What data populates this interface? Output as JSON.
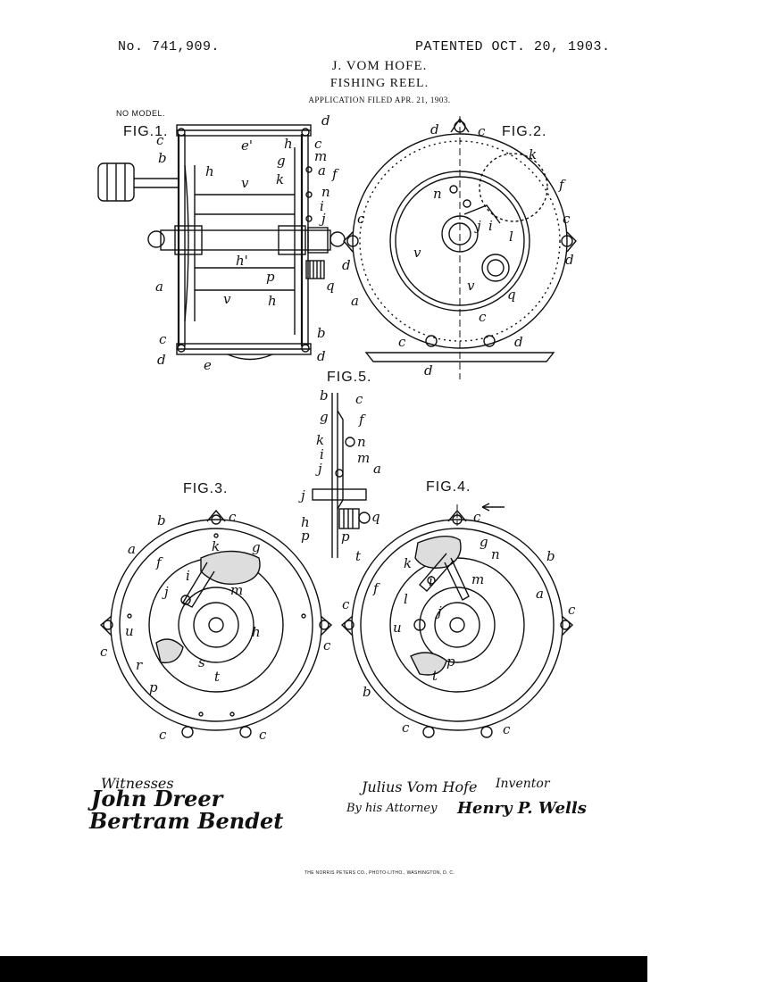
{
  "header": {
    "patent_number": "No. 741,909.",
    "patent_date": "PATENTED OCT. 20, 1903.",
    "inventor": "J. VOM HOFE.",
    "title": "FISHING REEL.",
    "filed": "APPLICATION FILED APR. 21, 1903.",
    "no_model": "NO MODEL."
  },
  "figures": {
    "fig1": "FIG.1.",
    "fig2": "FIG.2.",
    "fig3": "FIG.3.",
    "fig4": "FIG.4.",
    "fig5": "FIG.5."
  },
  "reference_letters": {
    "a": "a",
    "b": "b",
    "c": "c",
    "d": "d",
    "e": "e",
    "e_prime": "e'",
    "f": "f",
    "g": "g",
    "h": "h",
    "h_prime": "h'",
    "i": "i",
    "j": "j",
    "k": "k",
    "l": "l",
    "m": "m",
    "n": "n",
    "p": "p",
    "q": "q",
    "r": "r",
    "s": "s",
    "t": "t",
    "u": "u",
    "v": "v"
  },
  "signatures": {
    "witnesses_label": "Witnesses",
    "witness_1": "John Dreer",
    "witness_2": "Bertram Bendet",
    "inventor_signature": "Julius Vom Hofe",
    "inventor_label": "Inventor",
    "by_attorney": "By his Attorney",
    "attorney_signature": "Henry P. Wells"
  },
  "printer": "THE NORRIS PETERS CO., PHOTO-LITHO., WASHINGTON, D. C.",
  "colors": {
    "ink": "#111111",
    "paper": "#ffffff",
    "bar": "#000000"
  }
}
